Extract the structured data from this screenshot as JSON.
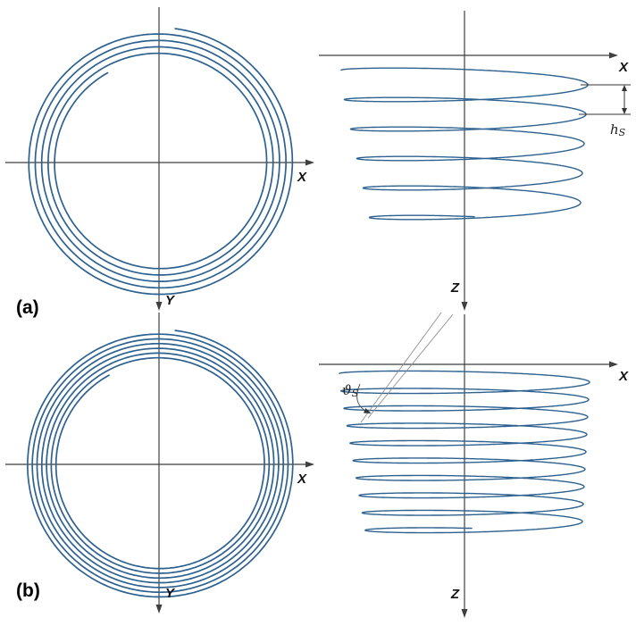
{
  "figure": {
    "colors": {
      "curve": "#2d618f",
      "axis": "#3f3f3f",
      "text": "#111111",
      "annotation_gray": "#8f8f8f",
      "background": "#ffffff"
    },
    "panels": {
      "a": {
        "label": "(a)",
        "top_view": {
          "x_axis_label": "X",
          "y_axis_label": "Y",
          "turns": 4.9
        },
        "side_view": {
          "x_axis_label": "X",
          "z_axis_label": "Z",
          "turns": 4.75,
          "pitch_annotation": {
            "main": "h",
            "sub": "S"
          }
        }
      },
      "b": {
        "label": "(b)",
        "top_view": {
          "x_axis_label": "X",
          "y_axis_label": "Y",
          "turns": 6.9
        },
        "side_view": {
          "x_axis_label": "X",
          "z_axis_label": "Z",
          "turns": 8.75,
          "angle_annotation": {
            "main": "ϑ",
            "sub": "S"
          }
        }
      }
    }
  }
}
